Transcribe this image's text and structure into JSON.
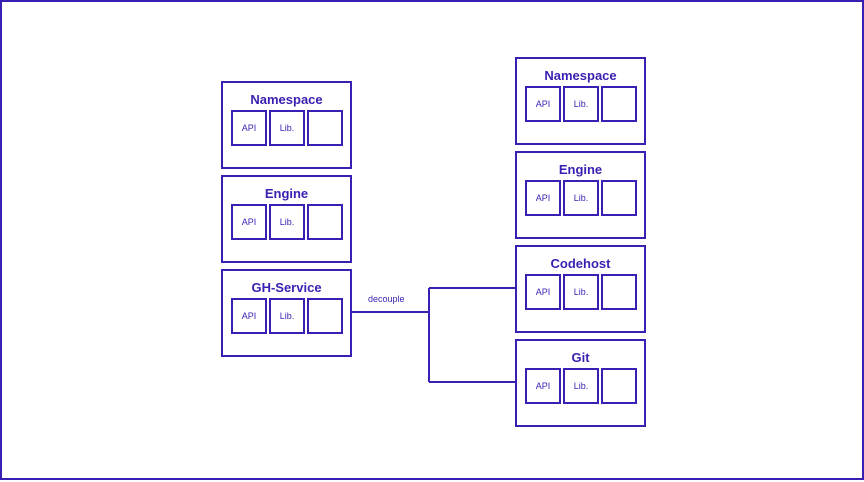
{
  "accent_color": "#3b1fb2",
  "left_modules": [
    {
      "title": "Namespace",
      "slots": [
        "API",
        "Lib.",
        ""
      ]
    },
    {
      "title": "Engine",
      "slots": [
        "API",
        "Lib.",
        ""
      ]
    },
    {
      "title": "GH-Service",
      "slots": [
        "API",
        "Lib.",
        ""
      ]
    }
  ],
  "right_modules": [
    {
      "title": "Namespace",
      "slots": [
        "API",
        "Lib.",
        ""
      ]
    },
    {
      "title": "Engine",
      "slots": [
        "API",
        "Lib.",
        ""
      ]
    },
    {
      "title": "Codehost",
      "slots": [
        "API",
        "Lib.",
        ""
      ]
    },
    {
      "title": "Git",
      "slots": [
        "API",
        "Lib.",
        ""
      ]
    }
  ],
  "connector": {
    "label": "decouple"
  }
}
